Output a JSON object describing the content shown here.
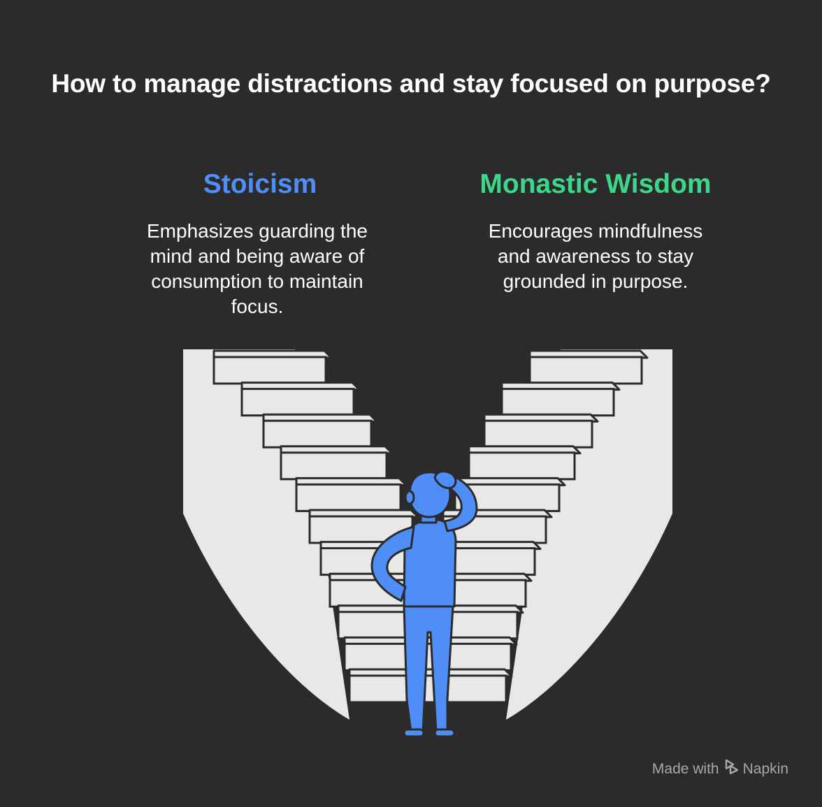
{
  "title": "How to manage distractions and stay focused on purpose?",
  "columns": [
    {
      "heading": "Stoicism",
      "text": "Emphasizes guarding the mind and being aware of consumption to maintain focus.",
      "color": "#4f8ef7"
    },
    {
      "heading": "Monastic Wisdom",
      "text": "Encourages mindfulness and awareness to stay grounded in purpose.",
      "color": "#3ed68a"
    }
  ],
  "illustration": {
    "stair_color": "#e8e8e8",
    "outline_color": "#2b2b2b",
    "figure_color": "#4f8ef7",
    "figure_icon": "person-scratching-head-icon"
  },
  "branding": {
    "made_with": "Made with",
    "name": "Napkin",
    "icon": "napkin-logo-icon"
  }
}
